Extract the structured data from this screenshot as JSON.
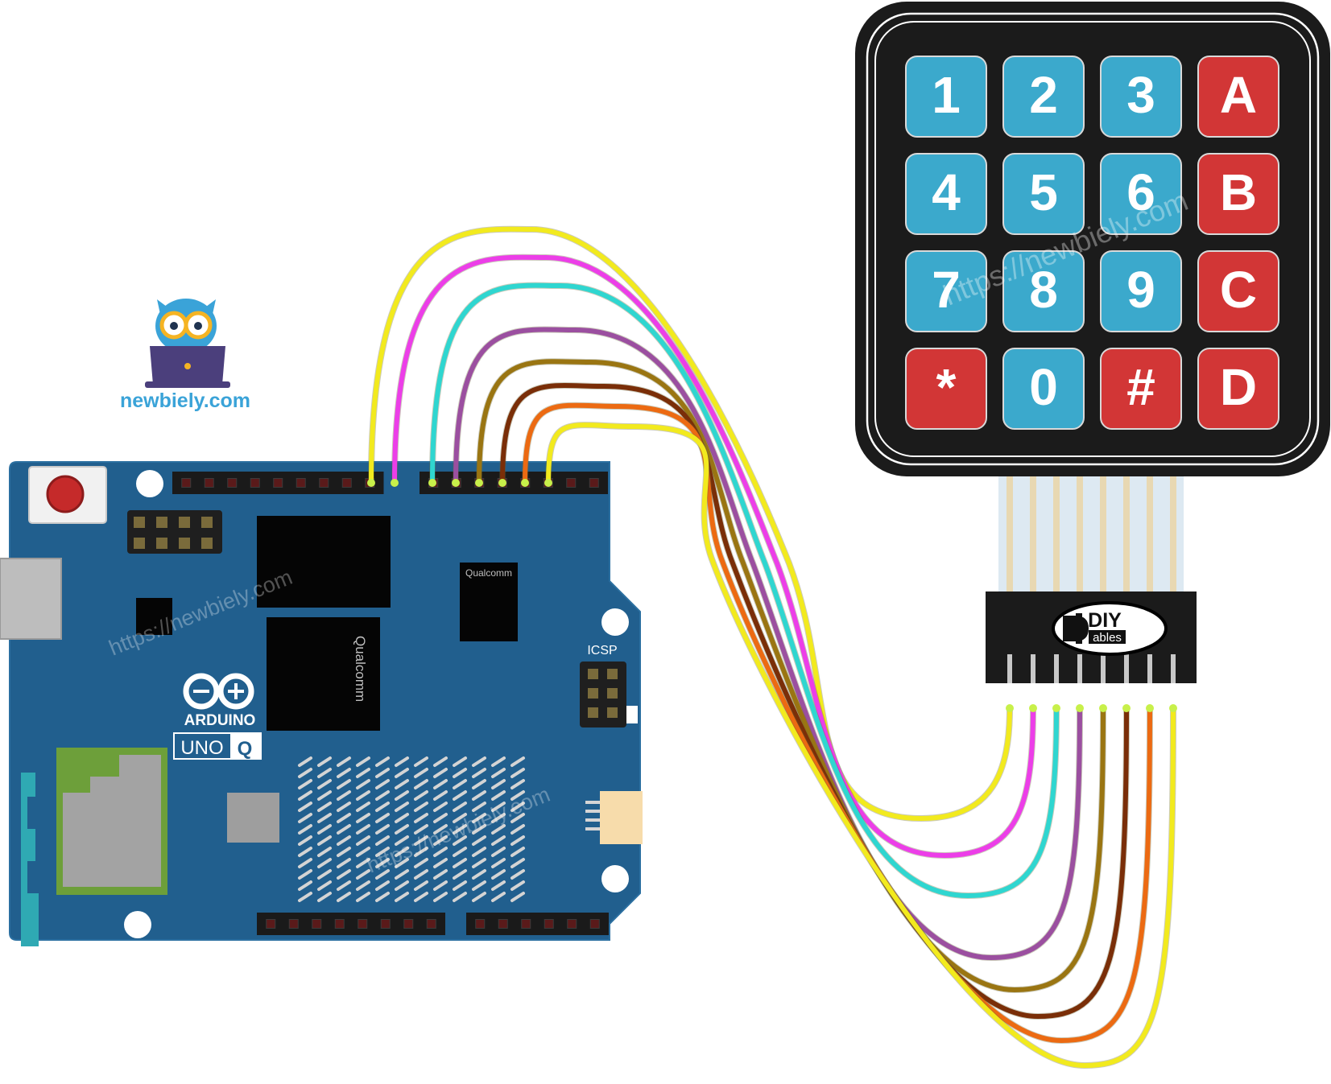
{
  "brand": {
    "site": "newbiely.com",
    "watermark": "https://newbiely.com",
    "color": "#3aa3d8"
  },
  "board": {
    "chip_left": "Qualcomm",
    "chip_center": "Qualcomm",
    "icsp_label": "ICSP",
    "logo_label": "ARDUINO",
    "model_left": "UNO",
    "model_right": "Q",
    "color": "#215f8e"
  },
  "keypad": {
    "keys": [
      {
        "label": "1",
        "color": "#3ba9cc"
      },
      {
        "label": "2",
        "color": "#3ba9cc"
      },
      {
        "label": "3",
        "color": "#3ba9cc"
      },
      {
        "label": "A",
        "color": "#d23636"
      },
      {
        "label": "4",
        "color": "#3ba9cc"
      },
      {
        "label": "5",
        "color": "#3ba9cc"
      },
      {
        "label": "6",
        "color": "#3ba9cc"
      },
      {
        "label": "B",
        "color": "#d23636"
      },
      {
        "label": "7",
        "color": "#3ba9cc"
      },
      {
        "label": "8",
        "color": "#3ba9cc"
      },
      {
        "label": "9",
        "color": "#3ba9cc"
      },
      {
        "label": "C",
        "color": "#d23636"
      },
      {
        "label": "*",
        "color": "#d23636"
      },
      {
        "label": "0",
        "color": "#3ba9cc"
      },
      {
        "label": "#",
        "color": "#d23636"
      },
      {
        "label": "D",
        "color": "#d23636"
      }
    ],
    "connector_logo_top": "DIY",
    "connector_logo_bottom": "ables"
  },
  "wires": {
    "colors": [
      "#f2ea1e",
      "#ec3ee8",
      "#2fd6d0",
      "#9b4fa0",
      "#9a7512",
      "#7a2e08",
      "#ec6a12",
      "#f2ea1e"
    ]
  }
}
